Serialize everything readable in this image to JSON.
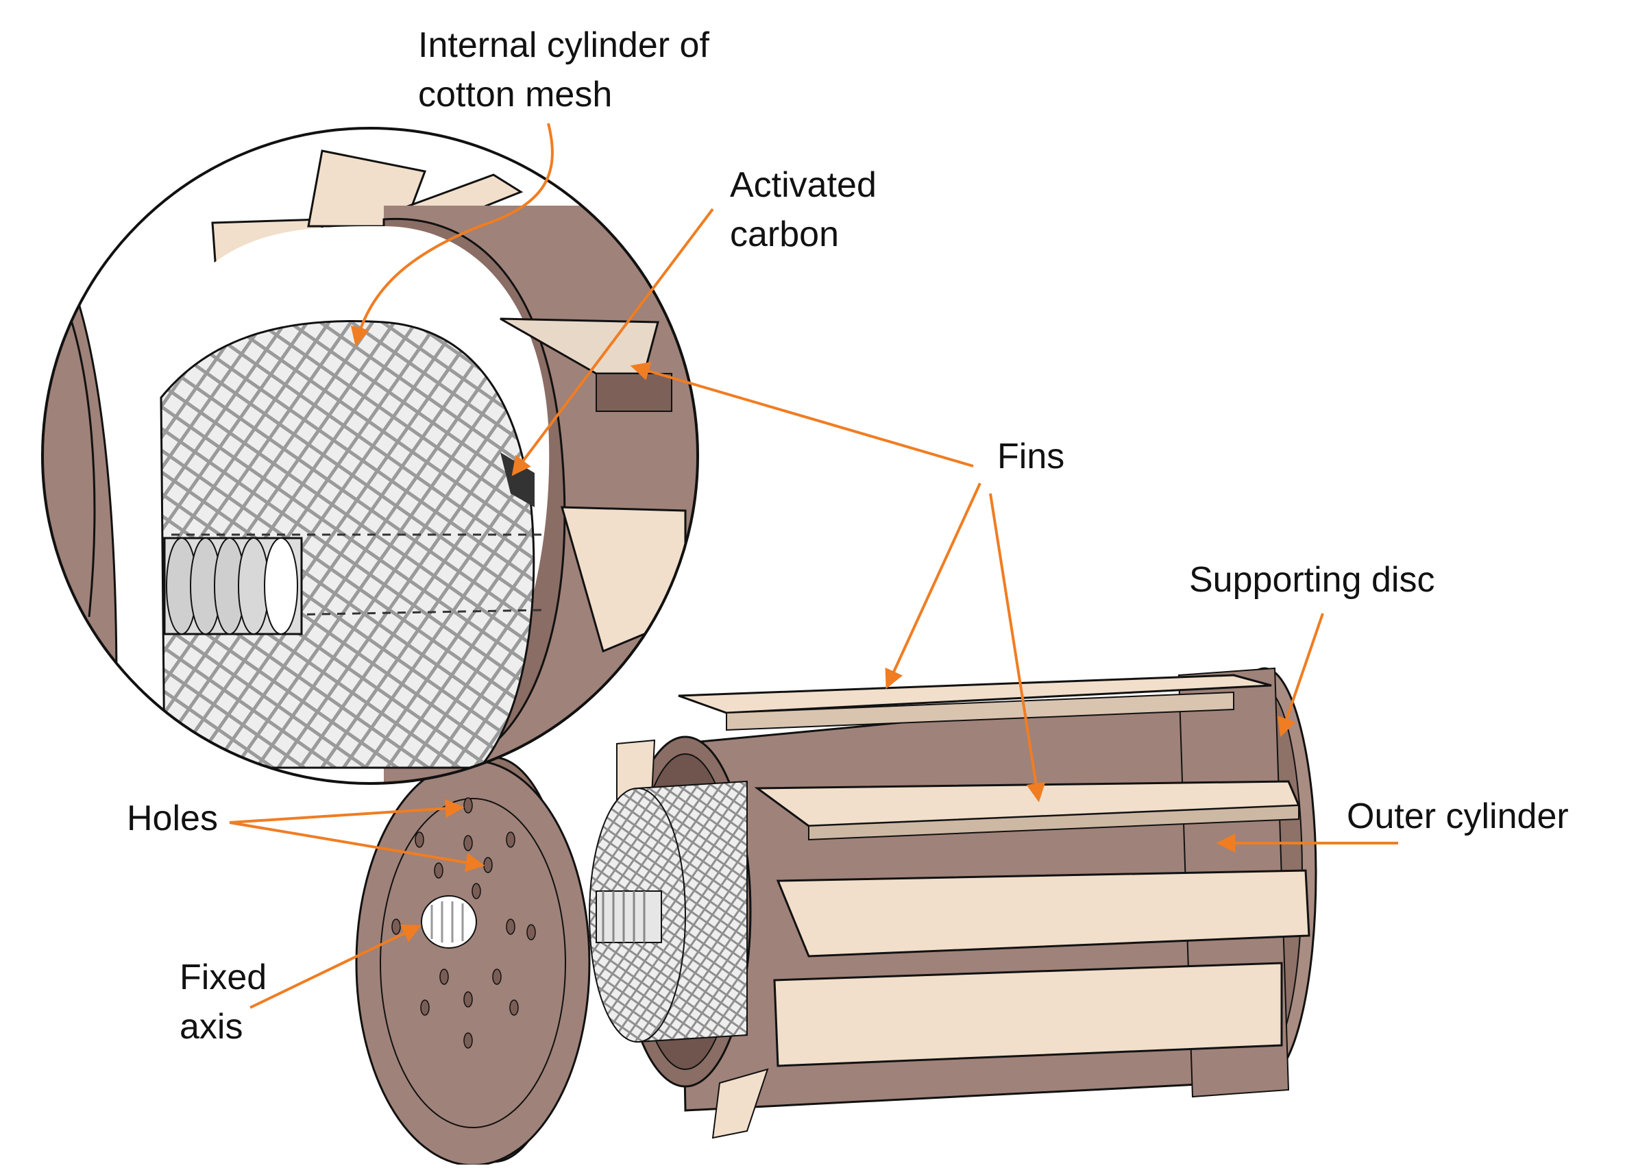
{
  "labels": {
    "internal_cylinder": [
      "Internal cylinder of",
      "cotton mesh"
    ],
    "activated_carbon": [
      "Activated",
      "carbon"
    ],
    "fins": "Fins",
    "supporting_disc": "Supporting disc",
    "outer_cylinder": "Outer cylinder",
    "holes": "Holes",
    "fixed_axis": [
      "Fixed",
      "axis"
    ]
  },
  "colors": {
    "arrow": "#f07d22",
    "brown": "#9f8279",
    "brown_dark": "#7d6159",
    "fin": "#f1dfcb",
    "mesh": "#d8d8d8",
    "outline": "#111111"
  }
}
